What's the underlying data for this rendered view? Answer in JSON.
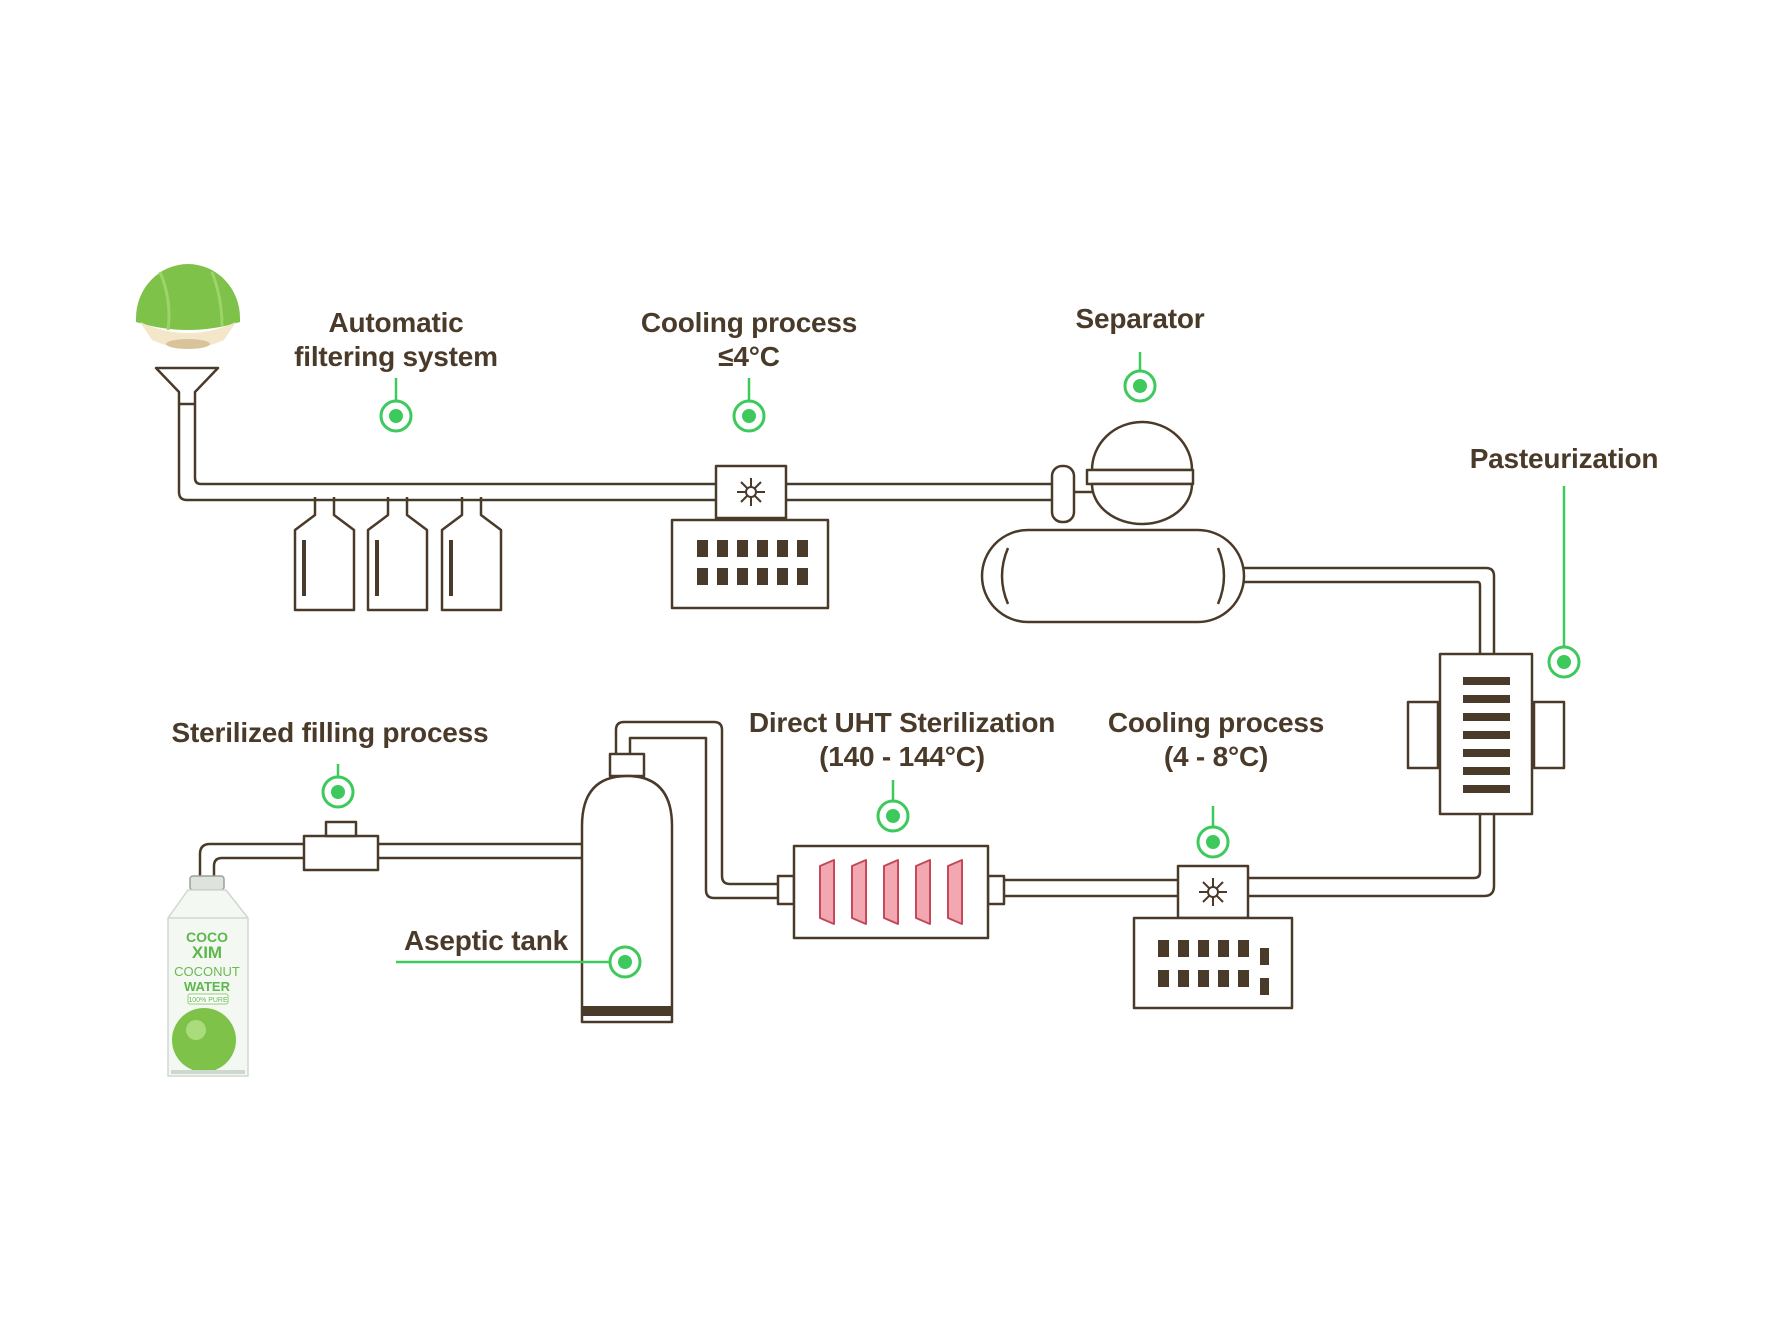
{
  "colors": {
    "line": "#4a3a29",
    "accent": "#3ec95c",
    "uht_fill": "#f2a7b1",
    "coconut": "#7ec24a"
  },
  "labels": {
    "filtering": {
      "line1": "Automatic",
      "line2": "filtering system"
    },
    "cooling1": {
      "line1": "Cooling process",
      "line2": "≤4°C"
    },
    "separator": "Separator",
    "pasteurization": "Pasteurization",
    "sterilized_filling": "Sterilized filling process",
    "uht": {
      "line1": "Direct UHT Sterilization",
      "line2": "(140 - 144°C)"
    },
    "cooling2": {
      "line1": "Cooling process",
      "line2": "(4 - 8°C)"
    },
    "aseptic_tank": "Aseptic tank"
  },
  "product": {
    "brand_line1": "COCO",
    "brand_line2": "XIM",
    "name_line1": "COCONUT",
    "name_line2": "WATER",
    "tagline": "100% PURE"
  },
  "icons": {
    "coconut": "coconut-icon",
    "cooling": "snowflake-icon",
    "marker": "marker-dot-icon"
  }
}
